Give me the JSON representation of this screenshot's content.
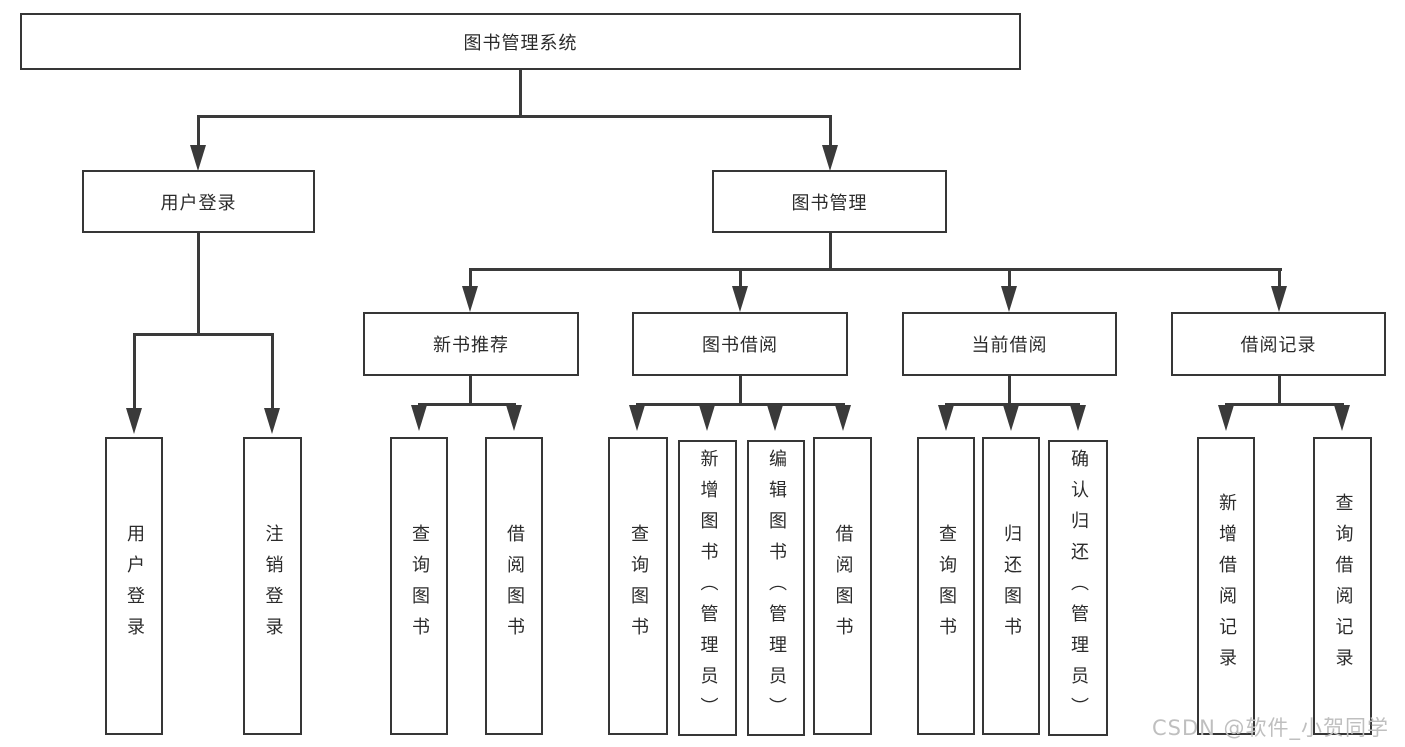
{
  "diagram_title": "图书管理系统",
  "tree": {
    "label": "图书管理系统",
    "children": [
      {
        "label": "用户登录",
        "children": [
          {
            "label": "用户登录"
          },
          {
            "label": "注销登录"
          }
        ]
      },
      {
        "label": "图书管理",
        "children": [
          {
            "label": "新书推荐",
            "children": [
              {
                "label": "查询图书"
              },
              {
                "label": "借阅图书"
              }
            ]
          },
          {
            "label": "图书借阅",
            "children": [
              {
                "label": "查询图书"
              },
              {
                "label": "新增图书（管理员）"
              },
              {
                "label": "编辑图书（管理员）"
              },
              {
                "label": "借阅图书"
              }
            ]
          },
          {
            "label": "当前借阅",
            "children": [
              {
                "label": "查询图书"
              },
              {
                "label": "归还图书"
              },
              {
                "label": "确认归还（管理员）"
              }
            ]
          },
          {
            "label": "借阅记录",
            "children": [
              {
                "label": "新增借阅记录"
              },
              {
                "label": "查询借阅记录"
              }
            ]
          }
        ]
      }
    ]
  },
  "watermark": {
    "text": "CSDN @软件_小贺同学"
  },
  "colors": {
    "background": "#ffffff",
    "line": "#3a3a3a",
    "box_border": "#363636",
    "text": "#2b2b2b",
    "watermark": "#bfbfbf"
  }
}
